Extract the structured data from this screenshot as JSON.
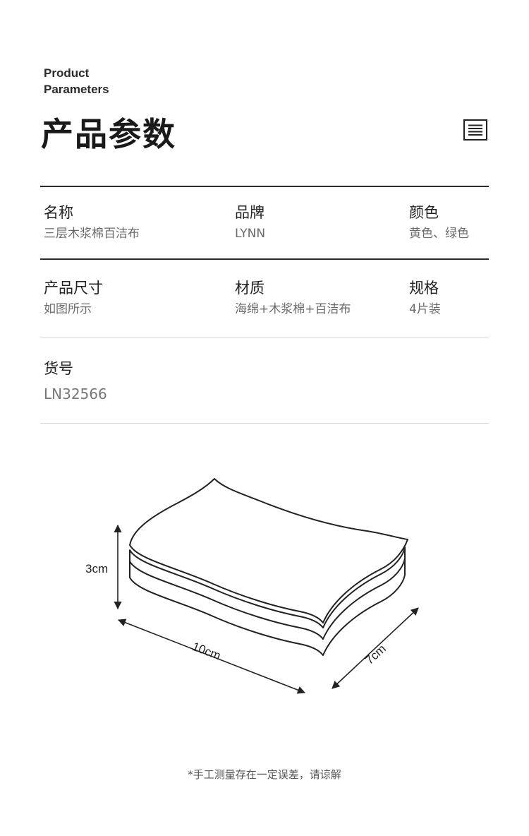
{
  "header": {
    "eyebrow_line1": "Product",
    "eyebrow_line2": "Parameters",
    "title": "产品参数"
  },
  "params": {
    "row1": [
      {
        "label": "名称",
        "value": "三层木浆棉百洁布"
      },
      {
        "label": "品牌",
        "value": "LYNN"
      },
      {
        "label": "颜色",
        "value": "黄色、绿色"
      }
    ],
    "row2": [
      {
        "label": "产品尺寸",
        "value": "如图所示"
      },
      {
        "label": "材质",
        "value": "海绵+木浆棉+百洁布"
      },
      {
        "label": "规格",
        "value": "4片装"
      }
    ],
    "row3": [
      {
        "label": "货号",
        "value": "LN32566"
      }
    ]
  },
  "diagram": {
    "height_label": "3cm",
    "length_label": "10cm",
    "width_label": "7cm"
  },
  "footer": {
    "note": "*手工测量存在一定误差，请谅解"
  }
}
